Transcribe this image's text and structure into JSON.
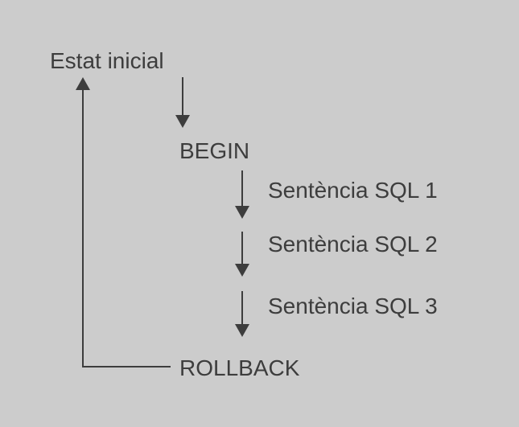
{
  "diagram": {
    "nodes": {
      "initial": "Estat inicial",
      "begin": "BEGIN",
      "sql1": "Sentència SQL 1",
      "sql2": "Sentència SQL 2",
      "sql3": "Sentència SQL 3",
      "rollback": "ROLLBACK"
    },
    "edges": [
      {
        "from": "initial",
        "to": "begin"
      },
      {
        "from": "begin",
        "to": "sql1"
      },
      {
        "from": "sql1",
        "to": "sql2"
      },
      {
        "from": "sql2",
        "to": "sql3"
      },
      {
        "from": "sql3",
        "to": "rollback"
      },
      {
        "from": "rollback",
        "to": "initial"
      }
    ]
  }
}
